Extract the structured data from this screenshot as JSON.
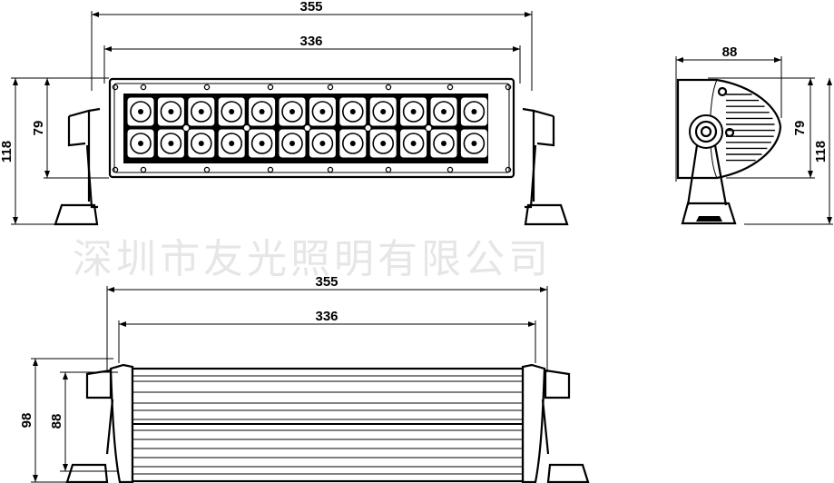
{
  "watermark": "深圳市友光照明有限公司",
  "front_view": {
    "overall_width_label": "355",
    "inner_width_label": "336",
    "overall_height_label": "118",
    "body_height_label": "79",
    "led_columns": 12,
    "led_rows": 2
  },
  "side_view": {
    "depth_label": "88",
    "body_height_label": "79",
    "overall_height_label": "118"
  },
  "top_view": {
    "overall_width_label": "355",
    "inner_width_label": "336",
    "overall_depth_label": "98",
    "body_depth_label": "88"
  }
}
